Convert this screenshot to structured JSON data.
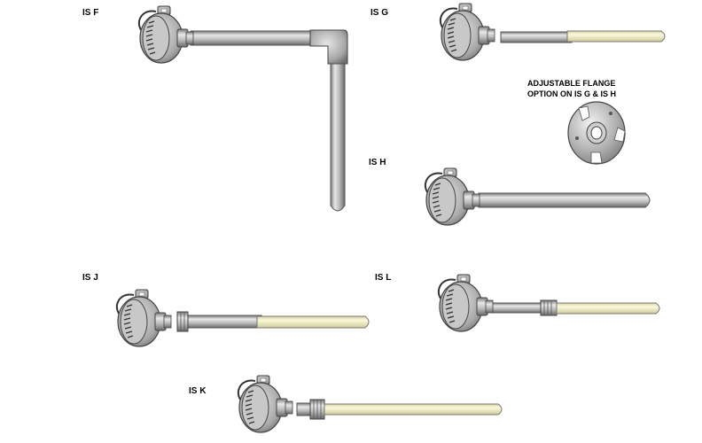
{
  "assemblies": [
    {
      "id": "F",
      "label": "IS F",
      "sheath": "bent-metal"
    },
    {
      "id": "G",
      "label": "IS G",
      "sheath": "ceramic"
    },
    {
      "id": "H",
      "label": "IS H",
      "sheath": "metal"
    },
    {
      "id": "J",
      "label": "IS J",
      "sheath": "ceramic"
    },
    {
      "id": "L",
      "label": "IS L",
      "sheath": "ceramic"
    },
    {
      "id": "K",
      "label": "IS K",
      "sheath": "ceramic"
    }
  ],
  "flange_note": {
    "line1": "ADJUSTABLE FLANGE",
    "line2": "OPTION ON IS G & IS H"
  },
  "colors": {
    "metal": "#b4b4b4",
    "metal_dark": "#6e6e6e",
    "ceramic": "#f3f0c4",
    "outline": "#444444"
  }
}
